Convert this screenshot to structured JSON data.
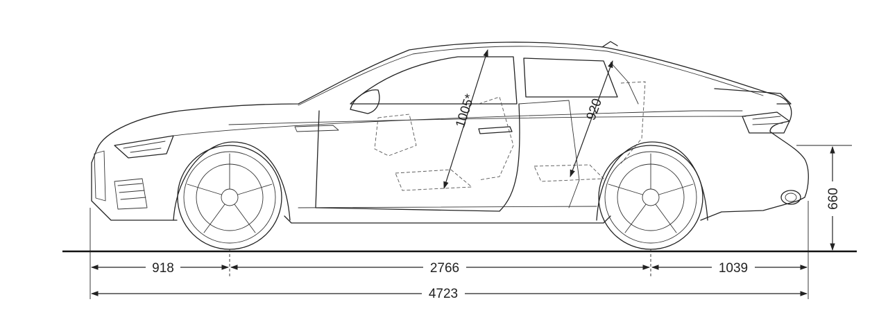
{
  "dimensions": {
    "front_overhang": "918",
    "wheelbase": "2766",
    "rear_overhang": "1039",
    "overall_length": "4723",
    "rear_height": "660",
    "front_headroom": "1005*",
    "rear_headroom": "920"
  },
  "colors": {
    "line": "#222222",
    "background": "#ffffff"
  }
}
